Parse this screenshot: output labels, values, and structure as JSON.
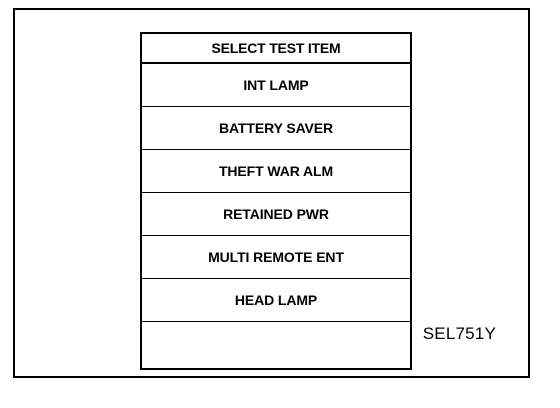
{
  "header": {
    "title": "SELECT TEST ITEM"
  },
  "items": [
    {
      "label": "INT LAMP"
    },
    {
      "label": "BATTERY SAVER"
    },
    {
      "label": "THEFT WAR ALM"
    },
    {
      "label": "RETAINED PWR"
    },
    {
      "label": "MULTI REMOTE ENT"
    },
    {
      "label": "HEAD LAMP"
    },
    {
      "label": ""
    }
  ],
  "figure_code": "SEL751Y"
}
